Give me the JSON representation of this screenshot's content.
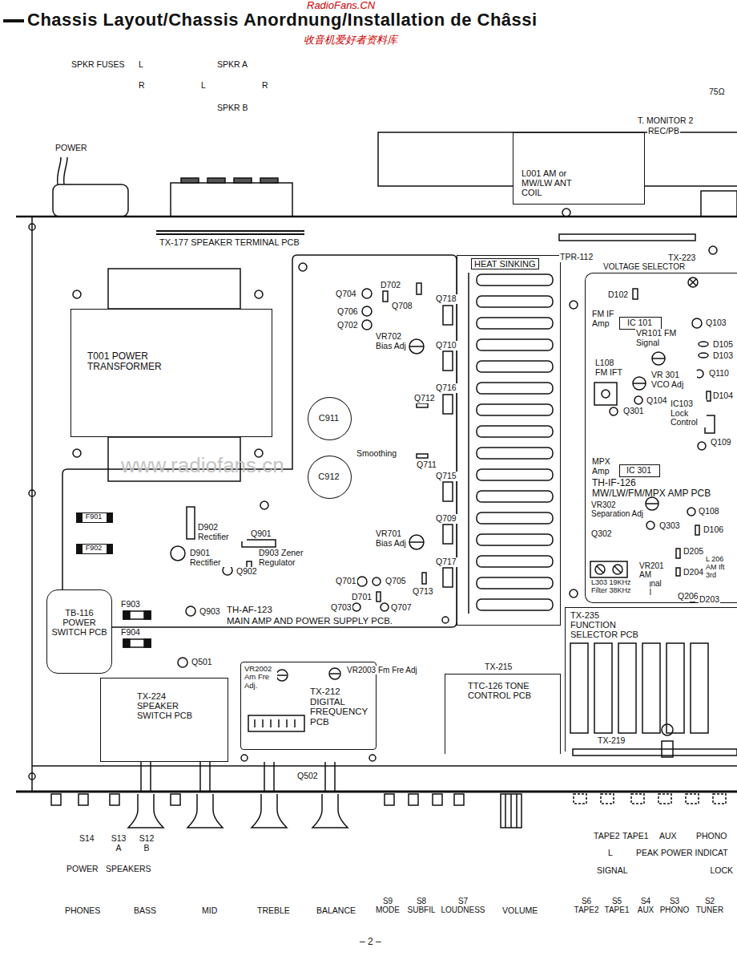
{
  "diagram": {
    "title": "Chassis Layout/Chassis Anordnung/Installation de Châssi",
    "nodes": [
      {
        "text": [
          "TX-177 SPEAKER TERMINAL PCB"
        ]
      },
      {
        "text": [
          "T001 POWER TRANSFORMER"
        ]
      },
      {
        "text": [
          "TH-AF-123",
          "MAIN AMP AND POWER SUPPLY PCB."
        ]
      },
      {
        "text": [
          "C911"
        ],
        "in": 2
      },
      {
        "text": [
          "C912"
        ],
        "in": 2
      },
      {
        "text": [
          "F901"
        ],
        "in": 2
      },
      {
        "text": [
          "F902"
        ],
        "in": 2
      },
      {
        "text": [
          "HEAT SINKING"
        ]
      },
      {
        "text": [
          "L001 AM or MW/LW ANT COIL"
        ]
      },
      {
        "text": [
          "TH-IF-126",
          "MW/LW/FM/MPX AMP PCB"
        ]
      },
      {
        "text": [
          "IC 101"
        ],
        "in": 9
      },
      {
        "text": [
          "IC 301"
        ],
        "in": 9
      },
      {
        "text": [
          "TB-116 POWER SWITCH PCB"
        ]
      },
      {
        "text": [
          "TX-224 SPEAKER SWITCH PCB"
        ]
      },
      {
        "text": [
          "TX-212 DIGITAL FREQUENCY PCB"
        ]
      },
      {
        "text": [
          "TTC-126 TONE CONTROL PCB"
        ]
      },
      {
        "text": [
          "TX-235 FUNCTION SELECTOR PCB"
        ]
      }
    ],
    "labels": [
      "RadioFans.CN",
      "收音机爱好者资料库",
      "www.radiofans.cn",
      "SPKR FUSES",
      "L",
      "R",
      "SPKR A",
      "L",
      "R",
      "SPKR B",
      "POWER",
      "75Ω",
      "T. MONITOR 2",
      "REC/PB",
      "TPR-112",
      "TX-223",
      "VOLTAGE SELECTOR",
      "Q704",
      "D702",
      "Q708",
      "Q718",
      "Q706",
      "Q702",
      "VR702 Bias Adj",
      "Q710",
      "Q716",
      "Q712",
      "Smoothing",
      "Q711",
      "Q715",
      "Q709",
      "VR701 Bias Adj",
      "Q717",
      "Q713",
      "Q701",
      "Q705",
      "D701",
      "Q703",
      "Q707",
      "D902 Rectifier",
      "Q901",
      "D901 Rectifier",
      "Q902",
      "D903 Zener Regulator",
      "Q903",
      "F903",
      "F904",
      "Q501",
      "VR2002 Am Fre Adj.",
      "VR2003 Fm Fre Adj",
      "Q502",
      "TX-215",
      "TX-219",
      "D102",
      "FM IF Amp",
      "Q103",
      "VR101 FM Signal",
      "D105",
      "D103",
      "L108 FM IFT",
      "VR 301 VCO Adj",
      "Q110",
      "Q104",
      "D104",
      "Q301",
      "IC103 Lock Control",
      "Q109",
      "MPX Amp",
      "VR302 Separation Adj",
      "Q302",
      "Q303",
      "Q108",
      "D106",
      "D205",
      "L 206 AM Ift 3rd",
      "D204",
      "VR201 AM Signal Cal",
      "D203",
      "L303 19KHz Filter 38KHz",
      "Q206",
      "TAPE2",
      "TAPE1",
      "AUX",
      "PHONO",
      "L",
      "PEAK POWER INDICAT",
      "SIGNAL",
      "LOCK",
      "S14",
      "S13 A",
      "S12 B",
      "POWER",
      "SPEAKERS",
      "PHONES",
      "BASS",
      "MID",
      "TREBLE",
      "BALANCE",
      "S9 MODE",
      "S8 SUBFIL",
      "S7 LOUDNESS",
      "VOLUME",
      "S6 TAPE2",
      "S5 TAPE1",
      "S4 AUX",
      "S3 PHONO",
      "S2 TUNER",
      "– 2 –"
    ]
  }
}
